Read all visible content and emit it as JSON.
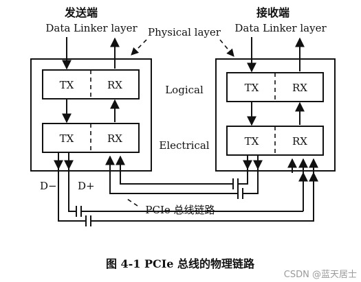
{
  "sender": {
    "title": "发送端",
    "layer_label": "Data Linker layer"
  },
  "receiver": {
    "title": "接收端",
    "layer_label": "Data Linker layer"
  },
  "physical_layer_label": "Physical layer",
  "logical_label": "Logical",
  "electrical_label": "Electrical",
  "tx_label": "TX",
  "rx_label": "RX",
  "d_minus_label": "D−",
  "d_plus_label": "D+",
  "link_label": "PCIe 总线链路",
  "caption": "图 4-1    PCIe 总线的物理链路",
  "watermark": "CSDN @蓝天居士"
}
